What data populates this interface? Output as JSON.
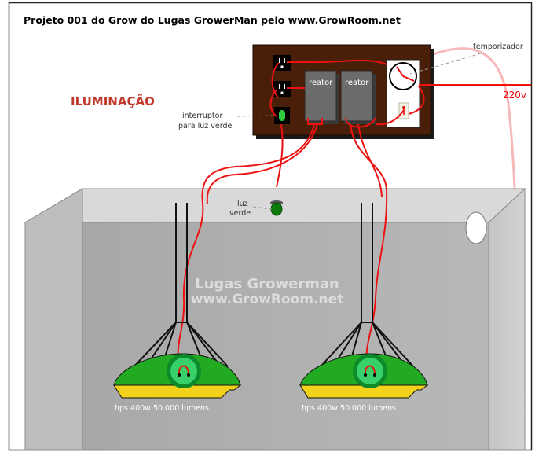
{
  "title": "Projeto 001 do Grow do Lugas GrowerMan pelo www.GrowRoom.net",
  "section_label": "ILUMINAÇÃO",
  "labels": {
    "timer": "temporizador",
    "voltage": "220v",
    "switch_line1": "interruptor",
    "switch_line2": "para luz verde",
    "green_light_line1": "luz",
    "green_light_line2": "verde",
    "ballast_left": "reator",
    "ballast_right": "reator",
    "lamp_left": "hps 400w 50.000 lumens",
    "lamp_right": "hps 400w 50.000 lumens"
  },
  "watermark": {
    "line1": "Lugas Growerman",
    "line2": "www.GrowRoom.net"
  },
  "colors": {
    "section": "#c0392b",
    "wire": "#ee1111",
    "board": "#4a1f0a",
    "ballast": "#6b6b6b",
    "reflector": "#22aa22",
    "lamp_rim": "#f2d21b",
    "indicator": "#0b7a0b"
  }
}
